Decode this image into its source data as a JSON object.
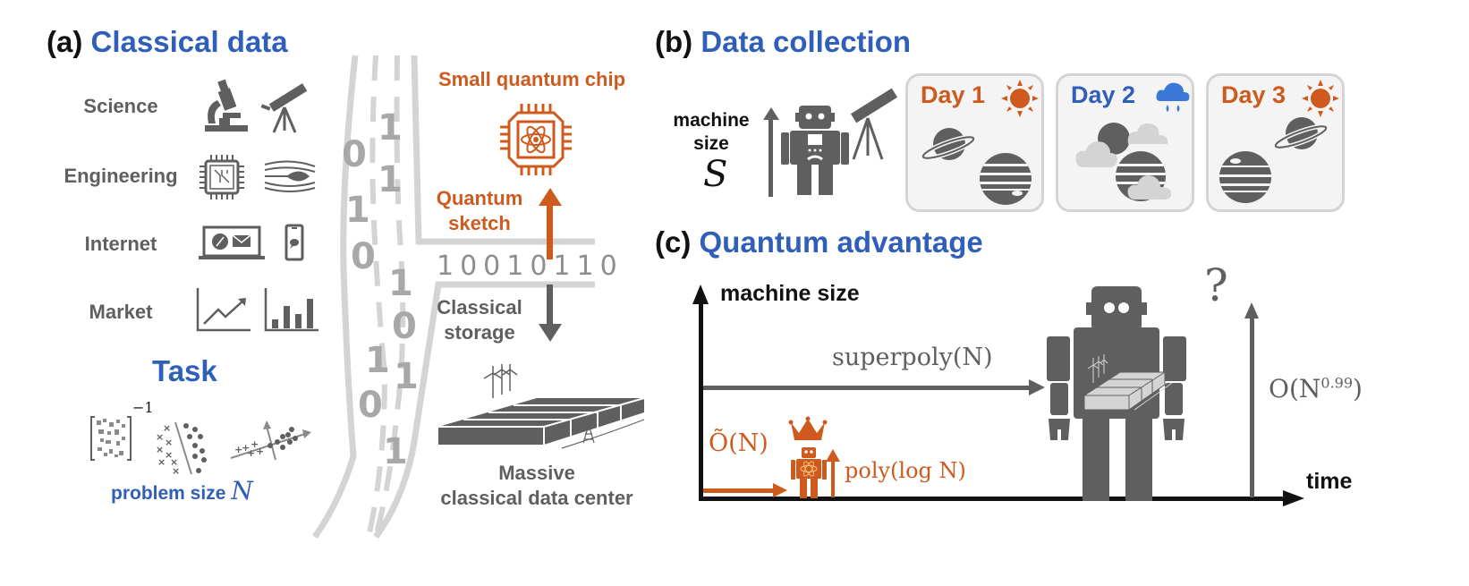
{
  "panel_a": {
    "letter": "(a)",
    "title": "Classical data",
    "categories": [
      {
        "label": "Science",
        "icons": [
          "microscope-icon",
          "telescope-icon"
        ]
      },
      {
        "label": "Engineering",
        "icons": [
          "circuit-chip-icon",
          "airflow-icon"
        ]
      },
      {
        "label": "Internet",
        "icons": [
          "laptop-compass-mail-icon",
          "phone-chat-icon"
        ]
      },
      {
        "label": "Market",
        "icons": [
          "line-trend-icon",
          "bar-chart-icon"
        ]
      }
    ],
    "task_title": "Task",
    "task_icons": [
      "matrix-inverse-icon",
      "classification-icon",
      "pca-regression-icon"
    ],
    "matrix_exponent": "−1",
    "problem_size_label": "problem size",
    "problem_size_symbol": "N",
    "stream_digits": [
      "0",
      "1",
      "1",
      "1",
      "0",
      "1",
      "0",
      "1",
      "1",
      "0",
      "1"
    ],
    "binary_string": "10010110",
    "quantum_chip_label": "Small quantum chip",
    "quantum_sketch_label_1": "Quantum",
    "quantum_sketch_label_2": "sketch",
    "classical_storage_label_1": "Classical",
    "classical_storage_label_2": "storage",
    "data_center_label_1": "Massive",
    "data_center_label_2": "classical data center"
  },
  "panel_b": {
    "letter": "(b)",
    "title": "Data collection",
    "machine_size_label_1": "machine",
    "machine_size_label_2": "size",
    "machine_size_symbol": "S",
    "days": [
      {
        "label": "Day 1",
        "weather": "sunny",
        "color": "#cf5a1e",
        "observation": "saturn-jupiter"
      },
      {
        "label": "Day 2",
        "weather": "rainy",
        "color": "#2f5fb8",
        "observation": "clouded"
      },
      {
        "label": "Day 3",
        "weather": "sunny",
        "color": "#cf5a1e",
        "observation": "jupiter-saturn"
      }
    ]
  },
  "panel_c": {
    "letter": "(c)",
    "title": "Quantum advantage",
    "y_axis_label": "machine size",
    "x_axis_label": "time",
    "classical_data_label": "superpoly(N)",
    "classical_machine_label": "O(N",
    "classical_machine_exponent": "0.99",
    "classical_machine_close": ")",
    "question_mark": "?",
    "quantum_data_label": "Õ(N)",
    "quantum_machine_label": "poly(log N)"
  },
  "colors": {
    "blue": "#2f5fb8",
    "orange": "#cf5a1e",
    "dark_gray": "#5f5f5f",
    "light_gray": "#d4d4d4",
    "rain_blue": "#3b78d8"
  }
}
